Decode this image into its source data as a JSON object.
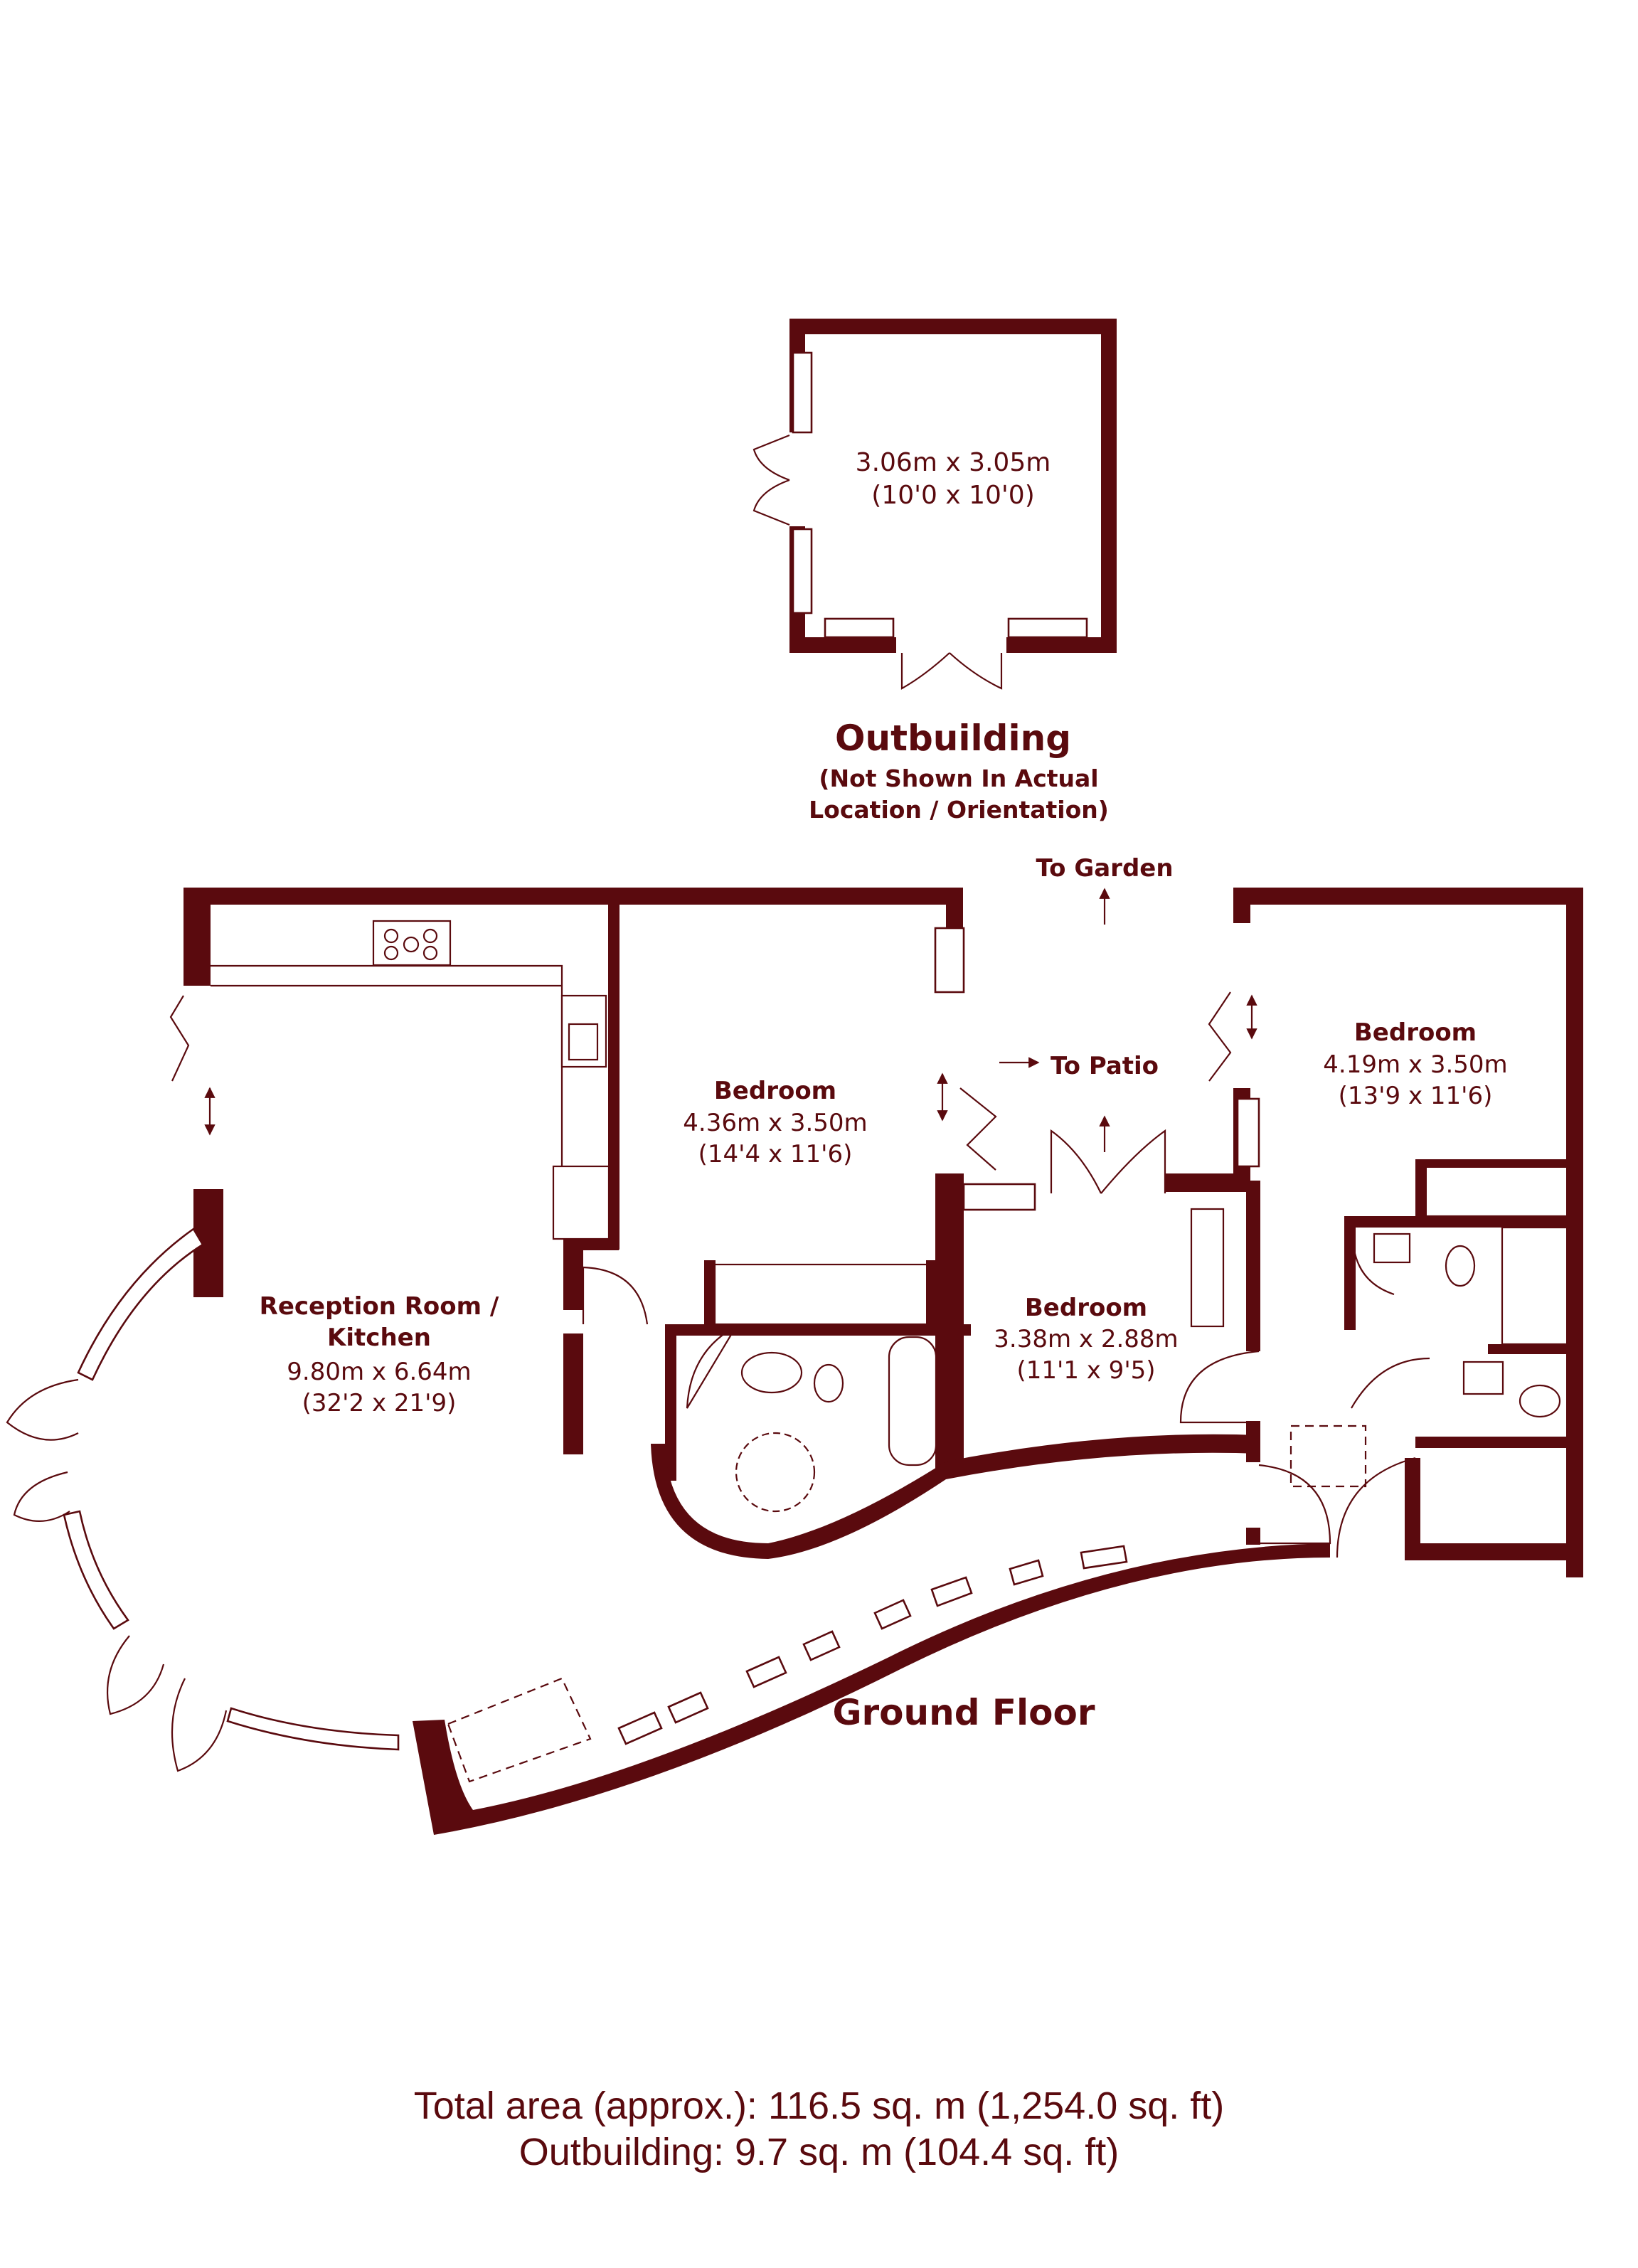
{
  "outbuilding": {
    "dims_metric": "3.06m x 3.05m",
    "dims_imperial": "(10'0 x 10'0)",
    "title": "Outbuilding",
    "note_line1": "(Not Shown In Actual",
    "note_line2": "Location / Orientation)"
  },
  "labels": {
    "to_garden": "To Garden",
    "to_patio": "To Patio",
    "ground_floor": "Ground Floor"
  },
  "rooms": {
    "reception": {
      "name_line1": "Reception Room /",
      "name_line2": "Kitchen",
      "dims_metric": "9.80m x 6.64m",
      "dims_imperial": "(32'2 x 21'9)"
    },
    "bedroom_1": {
      "name": "Bedroom",
      "dims_metric": "4.36m x 3.50m",
      "dims_imperial": "(14'4 x 11'6)"
    },
    "bedroom_2": {
      "name": "Bedroom",
      "dims_metric": "3.38m x 2.88m",
      "dims_imperial": "(11'1 x 9'5)"
    },
    "bedroom_3": {
      "name": "Bedroom",
      "dims_metric": "4.19m x 3.50m",
      "dims_imperial": "(13'9 x 11'6)"
    }
  },
  "totals": {
    "total_area": "Total area (approx.): 116.5 sq. m (1,254.0 sq. ft)",
    "outbuilding_area": "Outbuilding: 9.7 sq. m (104.4 sq. ft)"
  },
  "colors": {
    "wall": "#5a0a0e",
    "background": "#ffffff"
  }
}
